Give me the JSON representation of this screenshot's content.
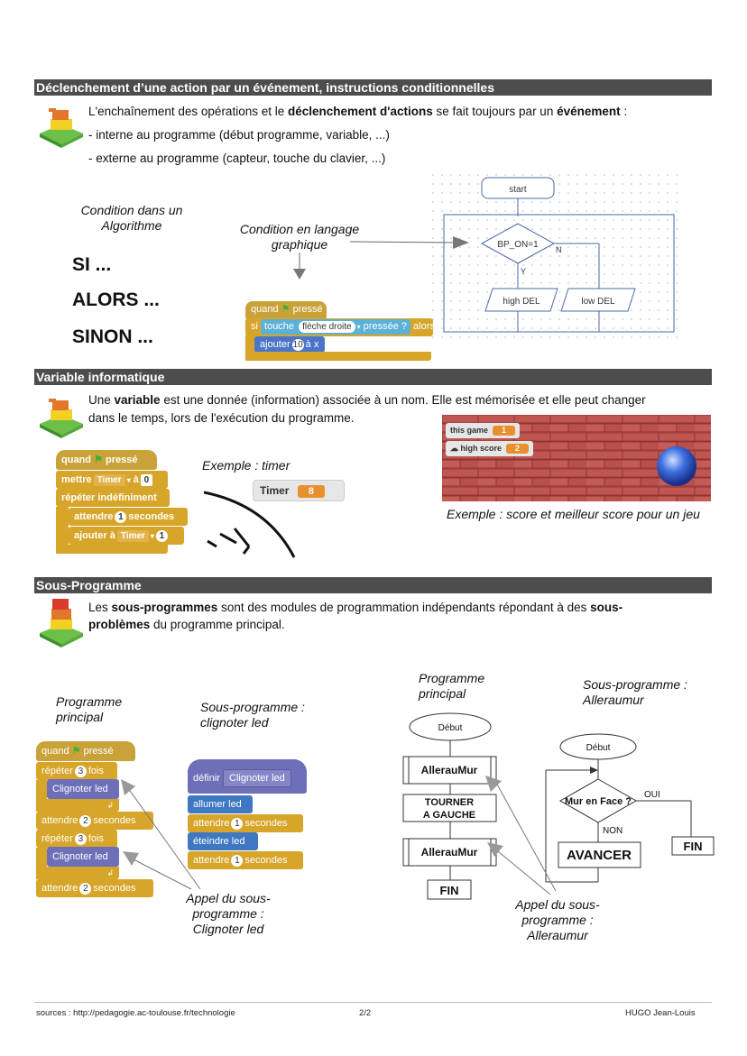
{
  "sec1": {
    "title": "Déclenchement d’une action par un événement, instructions conditionnelles",
    "l1_a": "L'enchaînement des opérations et le ",
    "l1_b": "déclenchement d'actions",
    "l1_c": " se fait toujours par un ",
    "l1_d": "événement",
    "l1_e": " :",
    "l2": "- interne au programme (début programme, variable, ...)",
    "l3": "- externe au programme (capteur, touche du clavier, ...)",
    "cap_algo": "Condition dans un Algorithme",
    "cap_graph": "Condition en langage graphique",
    "si": "SI  ...",
    "alors": "ALORS  ...",
    "sinon": "SINON  ...",
    "blk_quand": "quand",
    "blk_presse": "pressé",
    "blk_si": "si",
    "blk_touche": "touche",
    "blk_fleche": "flèche droite",
    "blk_pressee": "pressée ?",
    "blk_alors": "alors",
    "blk_ajouter": "ajouter",
    "blk_10": "10",
    "blk_ax": "à x",
    "fc_start": "start",
    "fc_bp": "BP_ON=1",
    "fc_n": "N",
    "fc_y": "Y",
    "fc_high": "high DEL",
    "fc_low": "low DEL"
  },
  "sec2": {
    "title": "Variable informatique",
    "p_a": "Une ",
    "p_b": "variable",
    "p_c": " est une donnée (information) associée à un nom. Elle est mémorisée et elle peut changer",
    "p_d": "dans le temps, lors de l'exécution du programme.",
    "blk_quand": "quand",
    "blk_presse": "pressé",
    "blk_mettre": "mettre",
    "blk_timer": "Timer",
    "blk_a": "à",
    "blk_0": "0",
    "blk_repeter": "répéter indéfiniment",
    "blk_attendre": "attendre",
    "blk_1": "1",
    "blk_secondes": "secondes",
    "blk_ajouter": "ajouter à",
    "cap_timer": "Exemple : timer",
    "timer_label": "Timer",
    "timer_value": "8",
    "game_label": "this game",
    "game_value": "1",
    "high_label": "high score",
    "high_value": "2",
    "cap_game": "Exemple : score et meilleur score pour un jeu"
  },
  "sec3": {
    "title": "Sous-Programme",
    "p_a": "Les ",
    "p_b": "sous-programmes",
    "p_c": " sont des modules de programmation indépendants répondant à des ",
    "p_d": "sous-",
    "p_e": "problèmes",
    "p_f": " du programme principal.",
    "cap_prog_l": "Programme principal",
    "cap_sous_l": "Sous-programme : clignoter led",
    "cap_prog_r": "Programme principal",
    "cap_sous_r": "Sous-programme : Alleraumur",
    "blk_quand": "quand",
    "blk_presse": "pressé",
    "blk_repeter": "répéter",
    "blk_3": "3",
    "blk_fois": "fois",
    "blk_clignoter": "Clignoter led",
    "blk_attendre": "attendre",
    "blk_2": "2",
    "blk_secondes": "secondes",
    "blk_definir": "définir",
    "blk_allumer": "allumer led",
    "blk_eteindre": "éteindre led",
    "blk_1": "1",
    "call_l": "Appel du sous-programme : Clignoter led",
    "call_r": "Appel du sous-programme : Alleraumur",
    "fc_debut": "Début",
    "fc_alleraumur": "AllerauMur",
    "fc_tourner": "TOURNER A GAUCHE",
    "fc_fin": "FIN",
    "fc_mur": "Mur en Face ?",
    "fc_oui": "OUI",
    "fc_non": "NON",
    "fc_avancer": "AVANCER"
  },
  "footer": {
    "source": "sources : http://pedagogie.ac-toulouse.fr/technologie",
    "page": "2/2",
    "author": "HUGO Jean-Louis"
  }
}
